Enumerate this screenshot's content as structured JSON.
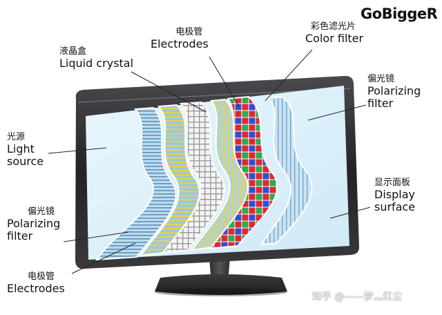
{
  "brand": "GoBiggeR",
  "watermark": "知乎 @——梦灬红尘",
  "labels": {
    "light_source": {
      "zh": "光源",
      "en1": "Light",
      "en2": "source"
    },
    "liquid_crystal": {
      "zh": "液晶盒",
      "en": "Liquid crystal"
    },
    "electrodes_top": {
      "zh": "电极管",
      "en": "Electrodes"
    },
    "color_filter": {
      "zh": "彩色滤光片",
      "en": "Color filter"
    },
    "polarizing_right": {
      "zh": "偏光镜",
      "en1": "Polarizing",
      "en2": "filter"
    },
    "polarizing_left": {
      "zh": "偏光镜",
      "en1": "Polarizing",
      "en2": "filter"
    },
    "display_surface": {
      "zh": "显示面板",
      "en1": "Display",
      "en2": "surface"
    },
    "electrodes_bottom": {
      "zh": "电极管",
      "en": "Electrodes"
    }
  },
  "colors": {
    "bezel": "#2b2b2d",
    "screen_bg": "#dff2fb",
    "filter_blue": "#a9d2ec",
    "yellow_stripe": "#e7d24a",
    "pixel_red": "#e3262e",
    "pixel_green": "#2fa84f",
    "pixel_blue": "#2f4fd0"
  }
}
